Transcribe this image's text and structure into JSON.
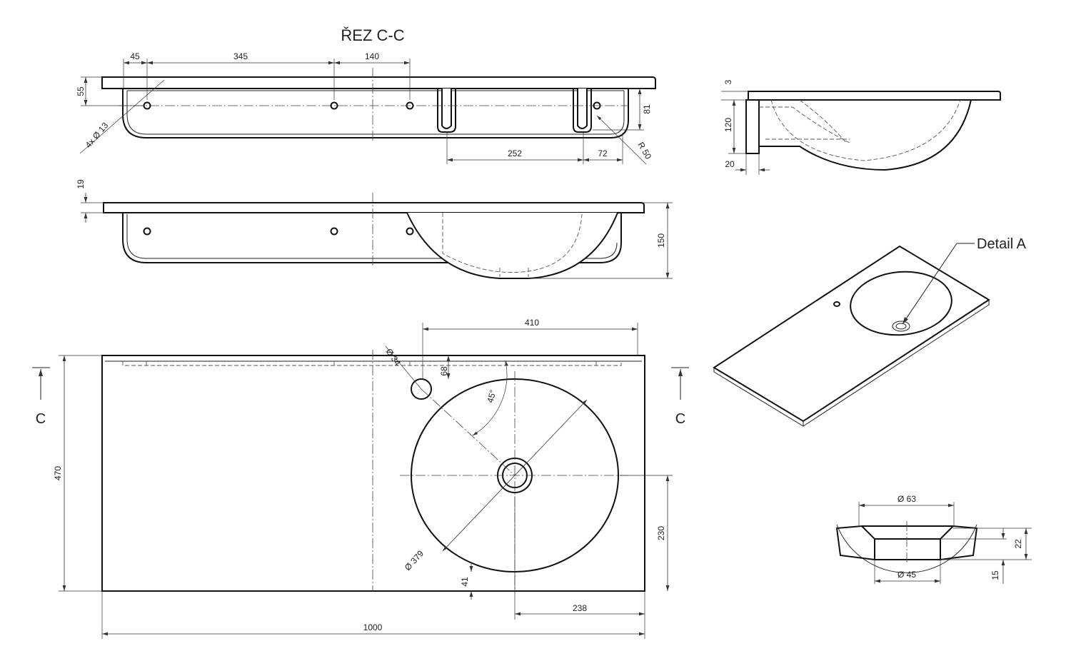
{
  "title": "ŘEZ C-C",
  "section_view": {
    "dims": [
      "45",
      "345",
      "140",
      "55",
      "81",
      "252",
      "72",
      "R 50",
      "4x Ø 13"
    ]
  },
  "front_view": {
    "dims": [
      "19",
      "150"
    ]
  },
  "side_view": {
    "dims": [
      "3",
      "120",
      "20"
    ]
  },
  "plan_view": {
    "dims": [
      "410",
      "470",
      "1000",
      "238",
      "230",
      "41",
      "68",
      "Ø 34",
      "45°",
      "Ø 379"
    ],
    "section_marks": [
      "C",
      "C"
    ]
  },
  "iso_view": {
    "callout": "Detail A"
  },
  "detail": {
    "dims": [
      "Ø 63",
      "Ø 45",
      "22",
      "15"
    ]
  }
}
